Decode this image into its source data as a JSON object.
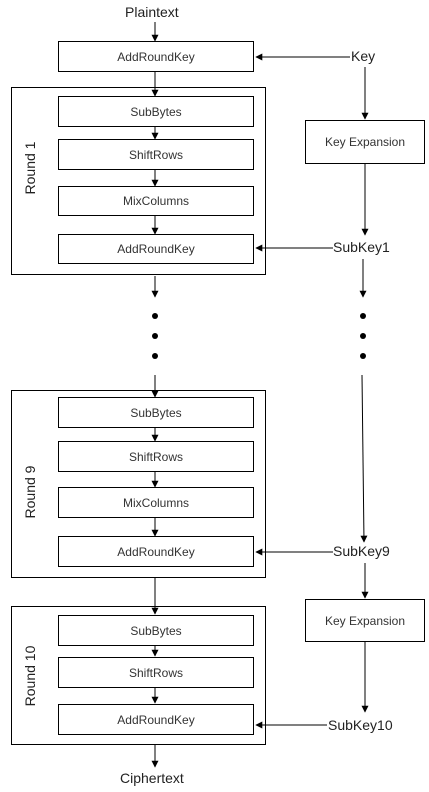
{
  "io": {
    "input": "Plaintext",
    "key": "Key",
    "output": "Ciphertext"
  },
  "initial_step": "AddRoundKey",
  "rounds": [
    {
      "label": "Round 1",
      "steps": [
        "SubBytes",
        "ShiftRows",
        "MixColumns",
        "AddRoundKey"
      ]
    },
    {
      "label": "Round 9",
      "steps": [
        "SubBytes",
        "ShiftRows",
        "MixColumns",
        "AddRoundKey"
      ]
    },
    {
      "label": "Round 10",
      "steps": [
        "SubBytes",
        "ShiftRows",
        "AddRoundKey"
      ]
    }
  ],
  "key_schedule": {
    "expansion_1": "Key Expansion",
    "expansion_2": "Key Expansion",
    "subkey_1": "SubKey1",
    "subkey_9": "SubKey9",
    "subkey_10": "SubKey10"
  }
}
